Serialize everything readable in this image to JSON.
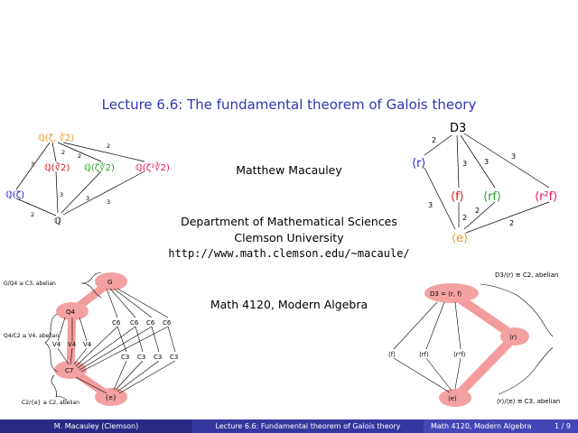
{
  "title": "Lecture 6.6: The fundamental theorem of Galois theory",
  "author": "Matthew Macauley",
  "dept": "Department of Mathematical Sciences",
  "univ": "Clemson University",
  "url": "http://www.math.clemson.edu/~macaule/",
  "course": "Math 4120, Modern Algebra",
  "footer": {
    "left": "M. Macauley  (Clemson)",
    "center": "Lecture 6.6: Fundamental theorem of Galois theory",
    "course": "Math 4120, Modern Algebra",
    "page": "1 / 9"
  },
  "field_lattice": {
    "top": "ℚ(ζ, ∛2)",
    "mid1": "ℚ(∛2)",
    "mid2": "ℚ(ζ∛2)",
    "mid3": "ℚ(ζ²∛2)",
    "left": "ℚ(ζ)",
    "bottom": "ℚ",
    "labels": [
      "2",
      "2",
      "2",
      "3",
      "3",
      "3",
      "3",
      "2"
    ],
    "colors": {
      "top": "#e69a2a",
      "m1": "#e01010",
      "m2": "#22a022",
      "m3": "#e01060",
      "left": "#1a1ad0"
    }
  },
  "group_lattice": {
    "top": "D3",
    "r": "⟨r⟩",
    "f": "⟨f⟩",
    "rf": "⟨rf⟩",
    "r2f": "⟨r²f⟩",
    "e": "⟨e⟩",
    "labels": [
      "2",
      "3",
      "3",
      "3",
      "3",
      "2",
      "2",
      "2"
    ]
  },
  "g_lattice": {
    "G": "G",
    "Q4": "Q4",
    "C7": "C7",
    "e": "{e}",
    "V4": "V4",
    "C6": "C6",
    "C3": "C3",
    "ann1": "G/Q4 ≅ C3, abelian",
    "ann2": "Q4/C2 ≅ V4, abelian",
    "ann3": "C2/{e} ≅ C2, abelian"
  },
  "d3_lattice": {
    "top": "D3 = ⟨r, f⟩",
    "r": "⟨r⟩",
    "f": "⟨f⟩",
    "rf": "⟨rf⟩",
    "r2f": "⟨r²f⟩",
    "e": "⟨e⟩",
    "ann1": "D3/⟨r⟩ ≅ C2, abelian",
    "ann2": "⟨r⟩/⟨e⟩ ≅ C3, abelian"
  }
}
